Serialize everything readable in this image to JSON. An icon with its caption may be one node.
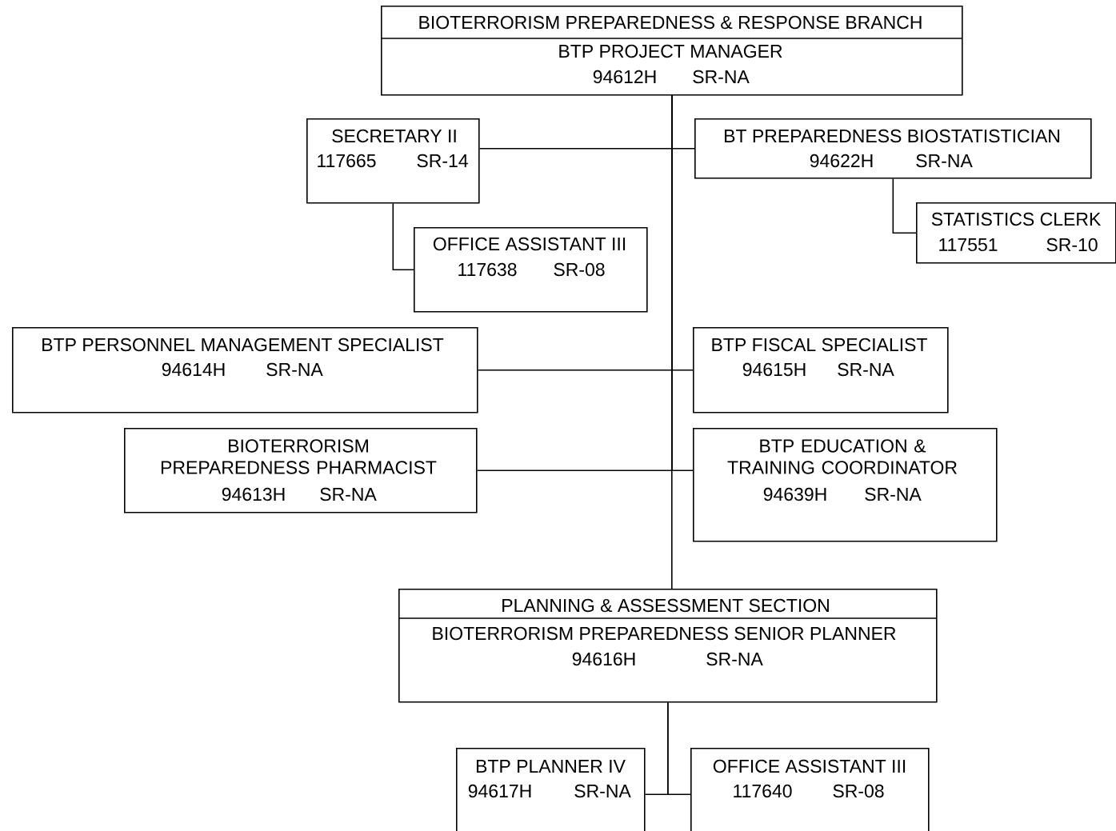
{
  "diagram": {
    "nodes": [
      {
        "text": [
          "BIOTERRORISM PREPAREDNESS & RESPONSE BRANCH",
          "BTP PROJECT MANAGER",
          "94612H",
          "SR-NA"
        ]
      },
      {
        "text": [
          "SECRETARY II",
          "117665",
          "SR-14"
        ]
      },
      {
        "text": [
          "BT PREPAREDNESS BIOSTATISTICIAN",
          "94622H",
          "SR-NA"
        ]
      },
      {
        "text": [
          "OFFICE ASSISTANT III",
          "117638",
          "SR-08"
        ]
      },
      {
        "text": [
          "STATISTICS CLERK",
          "117551",
          "SR-10"
        ]
      },
      {
        "text": [
          "BTP PERSONNEL MANAGEMENT SPECIALIST",
          "94614H",
          "SR-NA"
        ]
      },
      {
        "text": [
          "BTP FISCAL SPECIALIST",
          "94615H",
          "SR-NA"
        ]
      },
      {
        "text": [
          "BIOTERRORISM PREPAREDNESS PHARMACIST",
          "94613H",
          "SR-NA"
        ]
      },
      {
        "text": [
          "BTP EDUCATION & TRAINING COORDINATOR",
          "94639H",
          "SR-NA"
        ]
      },
      {
        "text": [
          "PLANNING & ASSESSMENT SECTION",
          "BIOTERRORISM PREPAREDNESS SENIOR PLANNER",
          "94616H",
          "SR-NA"
        ]
      },
      {
        "text": [
          "BTP PLANNER IV",
          "94617H",
          "SR-NA"
        ]
      },
      {
        "text": [
          "OFFICE ASSISTANT III",
          "117640",
          "SR-08"
        ]
      }
    ],
    "edges": [
      {
        "from": 0,
        "to": 1,
        "arrow": "none"
      },
      {
        "from": 0,
        "to": 2,
        "arrow": "none"
      },
      {
        "from": 1,
        "to": 3,
        "arrow": "none"
      },
      {
        "from": 2,
        "to": 4,
        "arrow": "none"
      },
      {
        "from": 0,
        "to": 5,
        "arrow": "none"
      },
      {
        "from": 0,
        "to": 6,
        "arrow": "none"
      },
      {
        "from": 0,
        "to": 7,
        "arrow": "none"
      },
      {
        "from": 0,
        "to": 8,
        "arrow": "none"
      },
      {
        "from": 0,
        "to": 9,
        "arrow": "none"
      },
      {
        "from": 9,
        "to": 10,
        "arrow": "none"
      },
      {
        "from": 9,
        "to": 11,
        "arrow": "none"
      }
    ]
  }
}
